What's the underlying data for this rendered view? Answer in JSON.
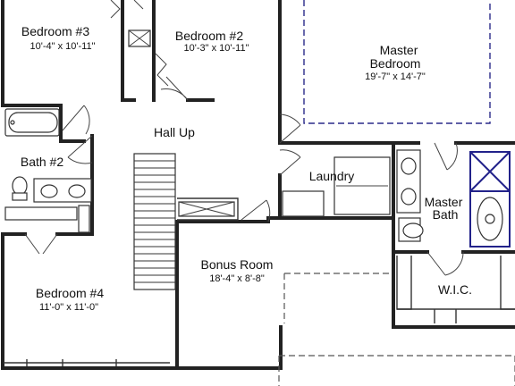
{
  "rooms": {
    "bedroom3": {
      "name": "Bedroom #3",
      "dims": "10'-4\" x 10'-11\""
    },
    "bedroom2": {
      "name": "Bedroom #2",
      "dims": "10'-3\" x 10'-11\""
    },
    "master_bedroom": {
      "name_line1": "Master",
      "name_line2": "Bedroom",
      "dims": "19'-7\" x 14'-7\""
    },
    "hall_up": {
      "name": "Hall Up"
    },
    "bath2": {
      "name": "Bath #2"
    },
    "laundry": {
      "name": "Laundry"
    },
    "master_bath": {
      "name_line1": "Master",
      "name_line2": "Bath"
    },
    "bedroom4": {
      "name": "Bedroom #4",
      "dims": "11'-0\" x 11'-0\""
    },
    "bonus_room": {
      "name": "Bonus Room",
      "dims": "18'-4\" x 8'-8\""
    },
    "wic": {
      "name": "W.I.C."
    }
  }
}
